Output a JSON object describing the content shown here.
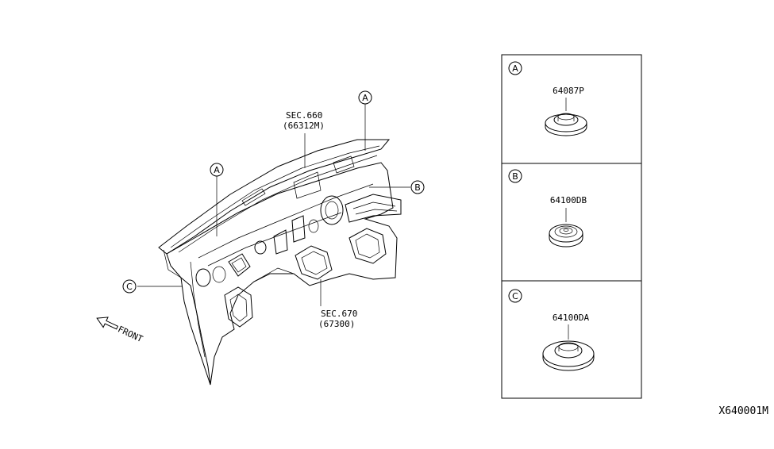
{
  "callouts": {
    "a_left": "A",
    "a_right": "A",
    "b": "B",
    "c": "C"
  },
  "sections": {
    "sec660_line1": "SEC.660",
    "sec660_line2": "(66312M)",
    "sec670_line1": "SEC.670",
    "sec670_line2": "(67300)"
  },
  "front_label": "FRONT",
  "parts": [
    {
      "key": "A",
      "number": "64087P"
    },
    {
      "key": "B",
      "number": "64100DB"
    },
    {
      "key": "C",
      "number": "64100DA"
    }
  ],
  "diagram_code": "X640001M"
}
